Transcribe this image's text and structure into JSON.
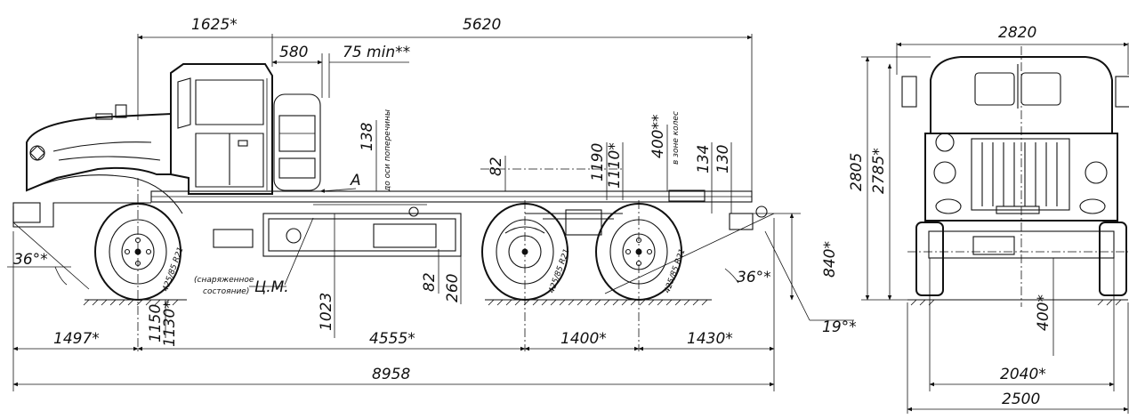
{
  "dimensions": {
    "d1625": "1625*",
    "d5620": "5620",
    "d580": "580",
    "d75min": "75 min**",
    "d138": "138",
    "do_osi": "до оси поперечины",
    "d82a": "82",
    "d1190": "1190",
    "d1110": "1110*",
    "d400": "400**",
    "v_zone": "в зоне колес",
    "d134": "134",
    "d130": "130",
    "labelA": "A",
    "d36a": "36°*",
    "d36b": "36°*",
    "snar1": "(снаряженное",
    "snar2": "состояние)",
    "cm": "Ц.М.",
    "d82b": "82",
    "d260": "260",
    "d1023": "1023",
    "d1150": "1150",
    "d1130": "1130*",
    "d19": "19°*",
    "d840": "840*",
    "d1497": "1497*",
    "d4555": "4555*",
    "d1400": "1400*",
    "d1430": "1430*",
    "d8958": "8958",
    "d2820": "2820",
    "d2805": "2805",
    "d2785": "2785*",
    "d400f": "400*",
    "d2040": "2040*",
    "d2500": "2500",
    "tire1": "425/85 R21",
    "tire2": "425/85 R21",
    "tire3": "425/85 R21"
  }
}
